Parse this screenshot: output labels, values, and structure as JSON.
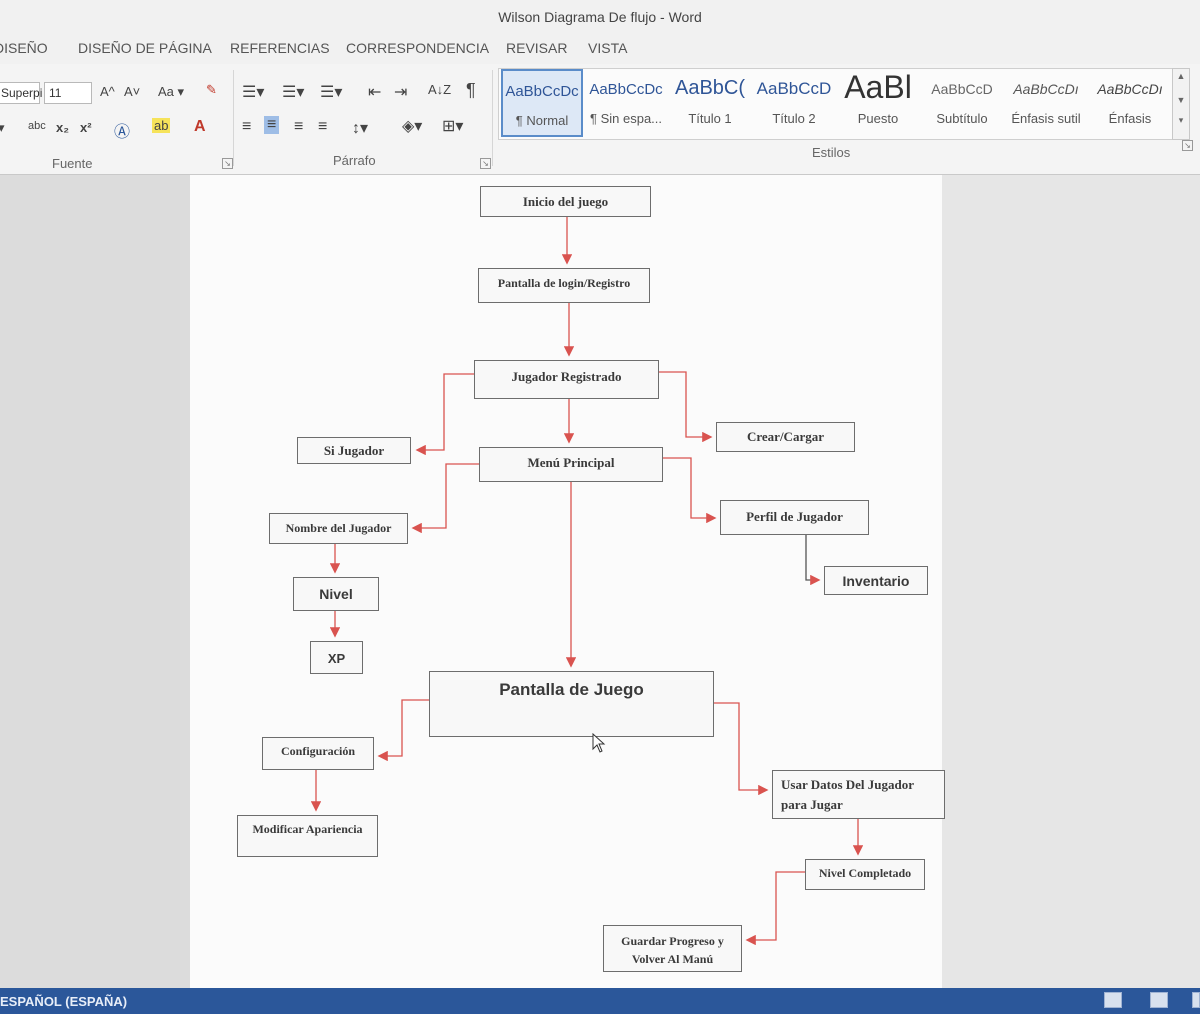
{
  "window": {
    "title": "Wilson Diagrama De flujo - Word"
  },
  "tabs": [
    "DISEÑO",
    "DISEÑO DE PÁGINA",
    "REFERENCIAS",
    "CORRESPONDENCIA",
    "REVISAR",
    "VISTA"
  ],
  "ribbon": {
    "font": {
      "name_value": "Superpi",
      "size_value": "11",
      "grow_label": "A^",
      "shrink_label": "A˅",
      "case_label": "Aa ▾",
      "strike_label": "abc",
      "subscript_label": "x₂",
      "superscript_label": "x²",
      "group_label": "Fuente"
    },
    "paragraph": {
      "group_label": "Párrafo",
      "sort_label": "A↓Z",
      "pilcrow": "¶"
    },
    "styles": {
      "group_label": "Estilos",
      "items": [
        {
          "preview": "AaBbCcDc",
          "name": "¶ Normal"
        },
        {
          "preview": "AaBbCcDc",
          "name": "¶ Sin espa..."
        },
        {
          "preview": "AaBbC(",
          "name": "Título 1"
        },
        {
          "preview": "AaBbCcD",
          "name": "Título 2"
        },
        {
          "preview": "AaBl",
          "name": "Puesto"
        },
        {
          "preview": "AaBbCcD",
          "name": "Subtítulo"
        },
        {
          "preview": "AaBbCcDı",
          "name": "Énfasis sutil"
        },
        {
          "preview": "AaBbCcDı",
          "name": "Énfasis"
        }
      ]
    }
  },
  "flowchart": {
    "inicio": "Inicio del juego",
    "login": "Pantalla de login/Registro",
    "registrado": "Jugador Registrado",
    "crear": "Crear/Cargar",
    "si_jugador": "Si Jugador",
    "menu": "Menú Principal",
    "nombre": "Nombre del Jugador",
    "perfil": "Perfil de Jugador",
    "inventario": "Inventario",
    "nivel": "Nivel",
    "xp": "XP",
    "pantalla": "Pantalla de Juego",
    "configuracion": "Configuración",
    "usar_1": "Usar Datos Del Jugador",
    "usar_2": "para Jugar",
    "modificar": "Modificar Apariencia",
    "completado": "Nivel Completado",
    "guardar_1": "Guardar Progreso y",
    "guardar_2": "Volver Al Manú"
  },
  "status": {
    "language": "ESPAÑOL (ESPAÑA)"
  },
  "colors": {
    "arrow": "#d9534f",
    "accent": "#2b579a"
  }
}
